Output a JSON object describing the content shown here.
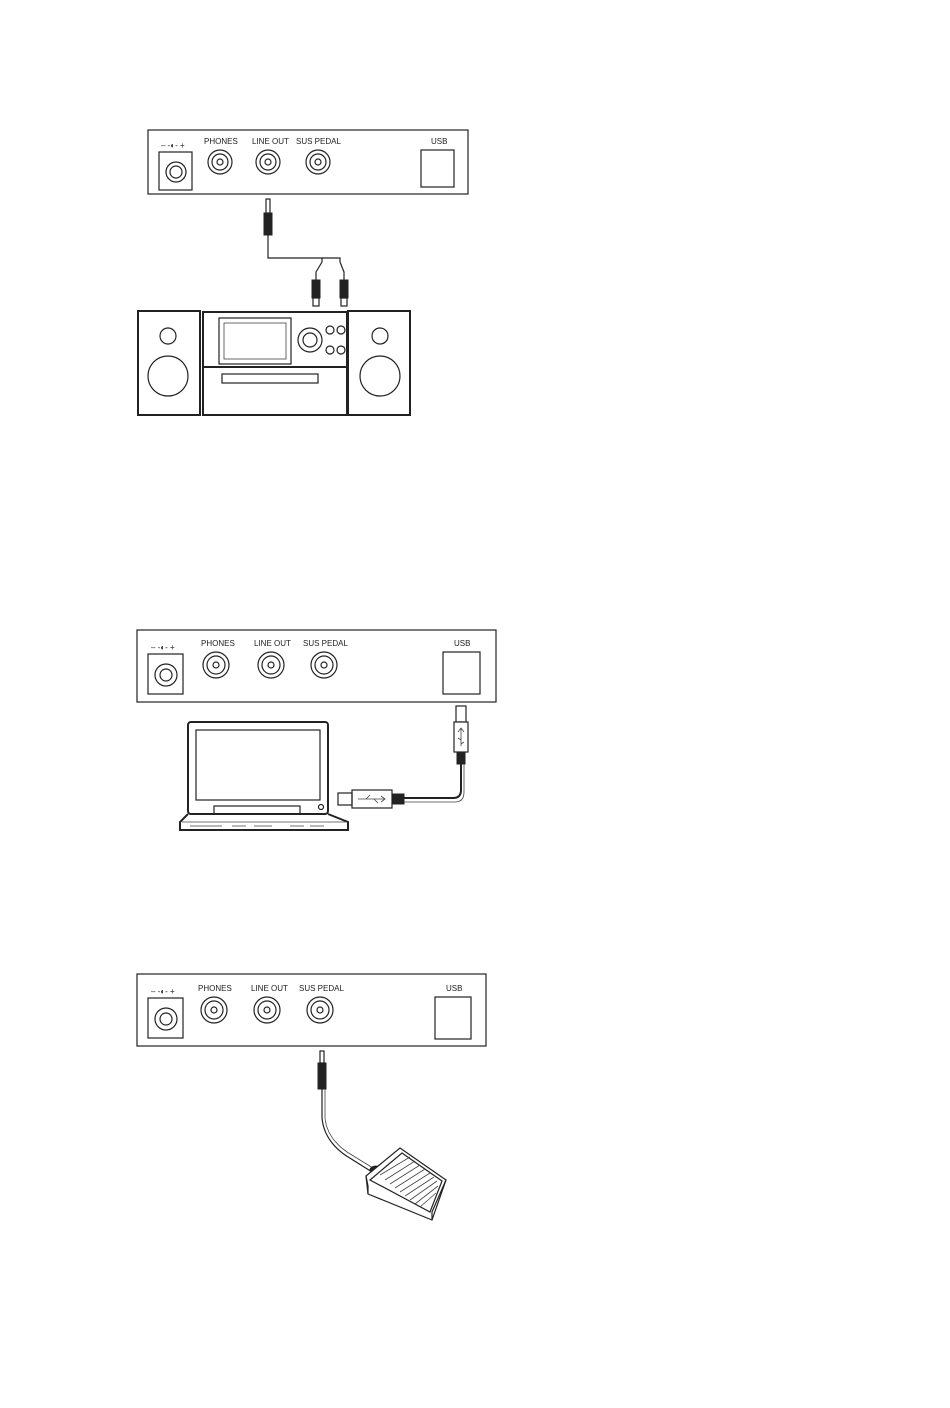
{
  "panel_labels": {
    "dc": "– -◐- +",
    "phones": "PHONES",
    "line_out": "LINE OUT",
    "sus_pedal": "SUS PEDAL",
    "usb": "USB"
  },
  "diagrams": [
    {
      "connection": "line-out-to-stereo"
    },
    {
      "connection": "usb-to-laptop"
    },
    {
      "connection": "sus-pedal-to-footswitch"
    }
  ]
}
